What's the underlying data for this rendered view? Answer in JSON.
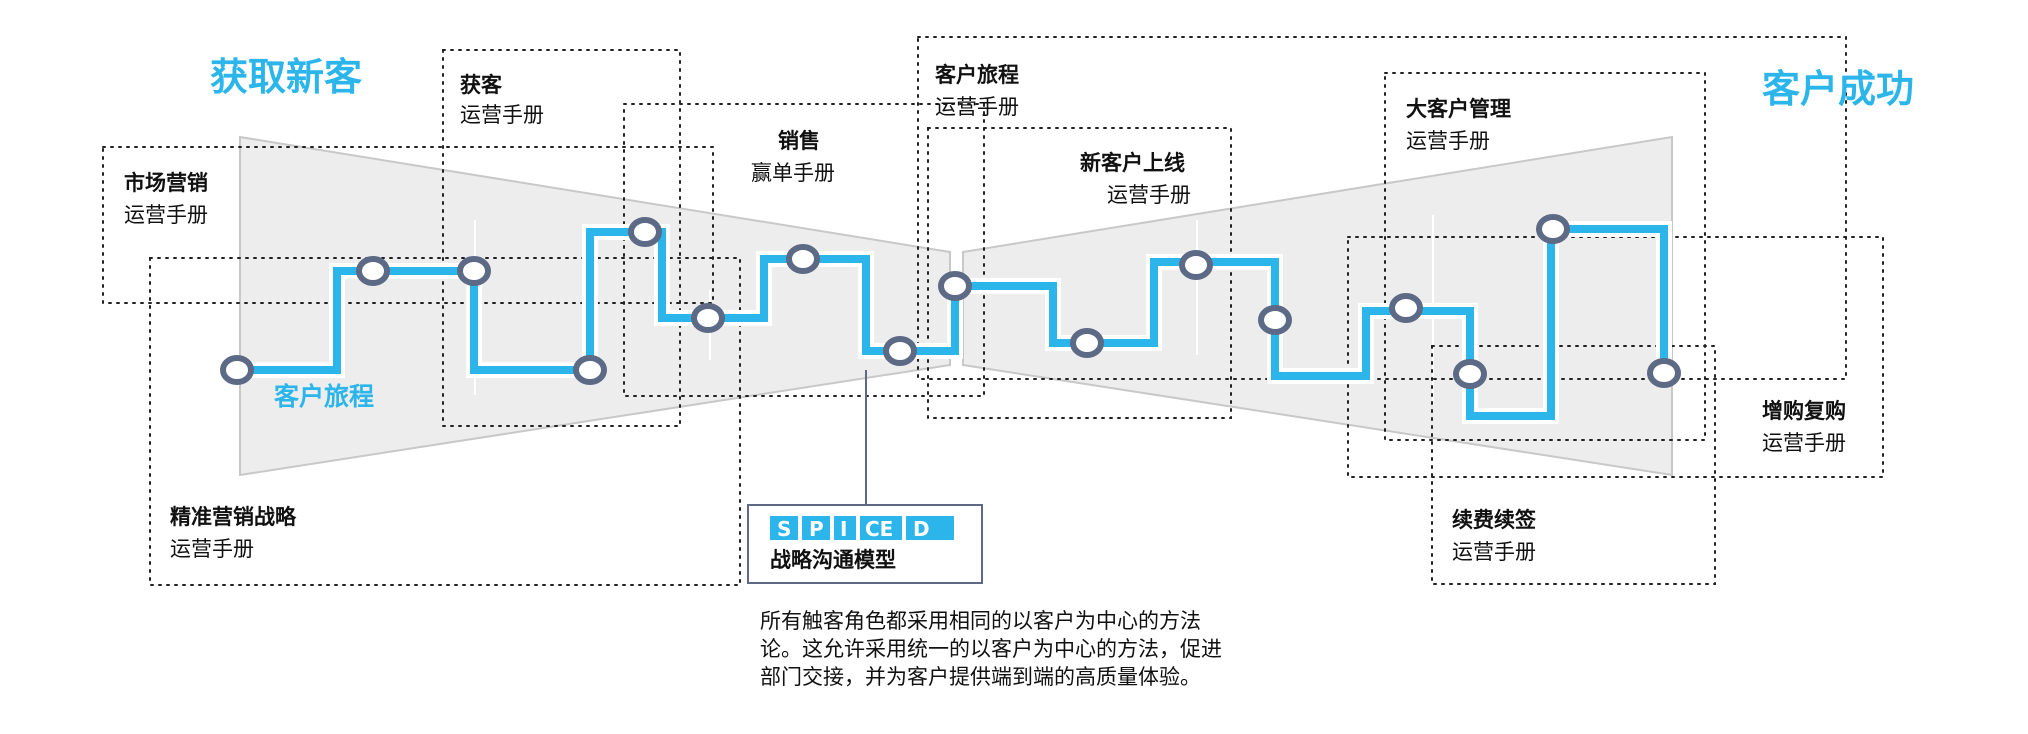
{
  "headings": {
    "left": "获取新客",
    "right": "客户成功"
  },
  "journey_label": "客户旅程",
  "boxes": [
    {
      "title": "市场营销",
      "subtitle": "运营手册"
    },
    {
      "title": "获客",
      "subtitle": "运营手册"
    },
    {
      "title": "销售",
      "subtitle": "赢单手册"
    },
    {
      "title": "精准营销战略",
      "subtitle": "运营手册"
    },
    {
      "title": "客户旅程",
      "subtitle": "运营手册"
    },
    {
      "title": "新客户上线",
      "subtitle": "运营手册"
    },
    {
      "title": "大客户管理",
      "subtitle": "运营手册"
    },
    {
      "title": "增购复购",
      "subtitle": "运营手册"
    },
    {
      "title": "续费续签",
      "subtitle": "运营手册"
    }
  ],
  "spiced": {
    "letters": [
      "S",
      "P",
      "I",
      "CE",
      "D"
    ],
    "caption": "战略沟通模型"
  },
  "description": [
    "所有触客角色都采用相同的以客户为中心的方法",
    "论。这允许采用统一的以客户为中心的方法，促进",
    "部门交接，并为客户提供端到端的高质量体验。"
  ],
  "colors": {
    "accent": "#2bb5ea",
    "node_stroke": "#5d6a85",
    "funnel_fill": "#ededed",
    "funnel_stroke": "#c8c8c8",
    "spiced_fill": "#2bb5ea"
  }
}
